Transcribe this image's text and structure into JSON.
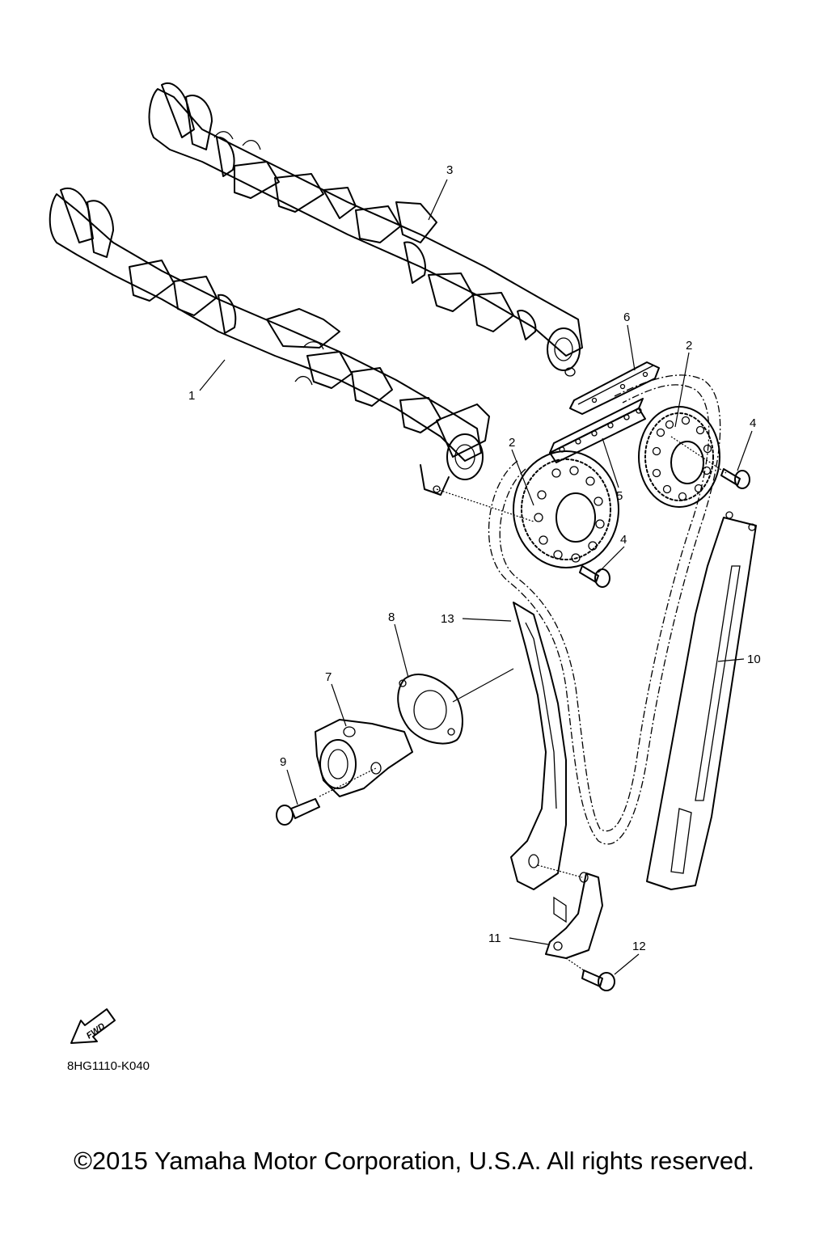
{
  "callouts": {
    "c1": "1",
    "c2a": "2",
    "c2b": "2",
    "c3": "3",
    "c4a": "4",
    "c4b": "4",
    "c5": "5",
    "c6": "6",
    "c7": "7",
    "c8": "8",
    "c9": "9",
    "c10": "10",
    "c11": "11",
    "c12": "12",
    "c13": "13"
  },
  "fwd_badge": "FWD",
  "ref_code": "8HG1110-K040",
  "copyright": "©2015 Yamaha Motor Corporation, U.S.A. All rights reserved."
}
